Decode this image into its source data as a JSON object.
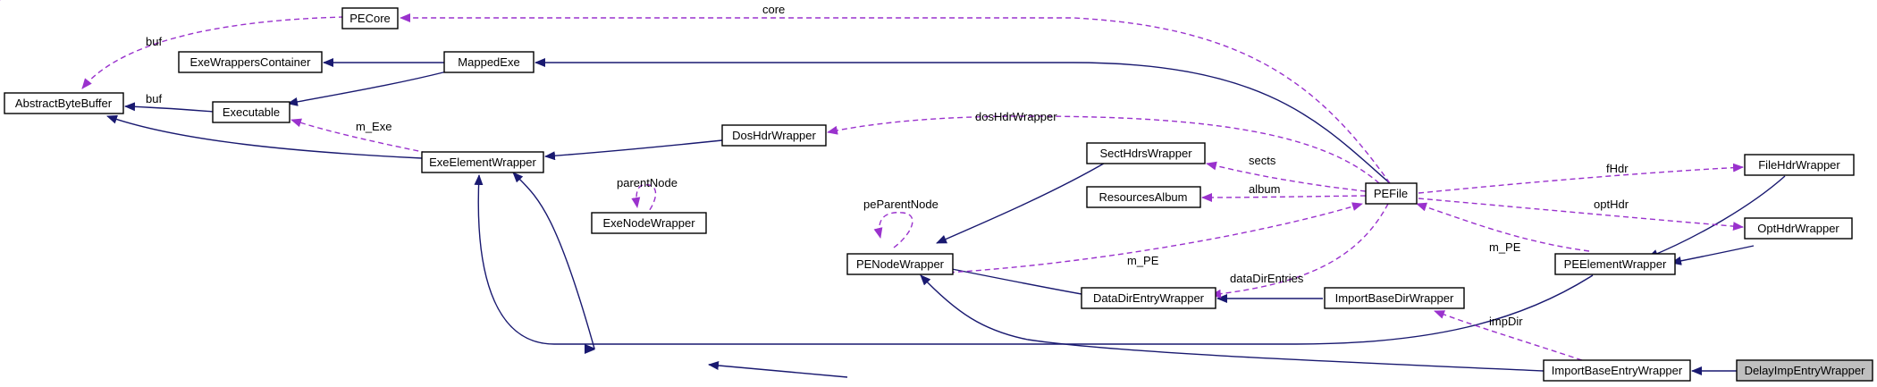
{
  "colors": {
    "inheritance": "#191970",
    "usage": "#9a32cd",
    "highlight_fill": "#bfbfbf",
    "node_fill": "#ffffff",
    "node_border": "#000000"
  },
  "classes": {
    "pecore": "PECore",
    "abstract_byte_buffer": "AbstractByteBuffer",
    "exe_wrappers_container": "ExeWrappersContainer",
    "mapped_exe": "MappedExe",
    "executable": "Executable",
    "exe_element_wrapper": "ExeElementWrapper",
    "exe_node_wrapper": "ExeNodeWrapper",
    "dos_hdr_wrapper": "DosHdrWrapper",
    "sect_hdrs_wrapper": "SectHdrsWrapper",
    "resources_album": "ResourcesAlbum",
    "pe_node_wrapper": "PENodeWrapper",
    "data_dir_entry_wrapper": "DataDirEntryWrapper",
    "import_base_dir_wrapper": "ImportBaseDirWrapper",
    "pe_file": "PEFile",
    "file_hdr_wrapper": "FileHdrWrapper",
    "opt_hdr_wrapper": "OptHdrWrapper",
    "pe_element_wrapper": "PEElementWrapper",
    "import_base_entry_wrapper": "ImportBaseEntryWrapper",
    "delay_imp_entry_wrapper": "DelayImpEntryWrapper"
  },
  "edge_labels": {
    "core": "core",
    "buf_pecore": "buf",
    "buf_executable": "buf",
    "m_exe": "m_Exe",
    "dos_hdr_wrapper": "dosHdrWrapper",
    "parent_node": "parentNode",
    "pe_parent_node": "peParentNode",
    "sects": "sects",
    "album": "album",
    "m_pe_node": "m_PE",
    "f_hdr": "fHdr",
    "opt_hdr": "optHdr",
    "m_pe_element": "m_PE",
    "data_dir_entries": "dataDirEntries",
    "imp_dir": "impDir"
  }
}
